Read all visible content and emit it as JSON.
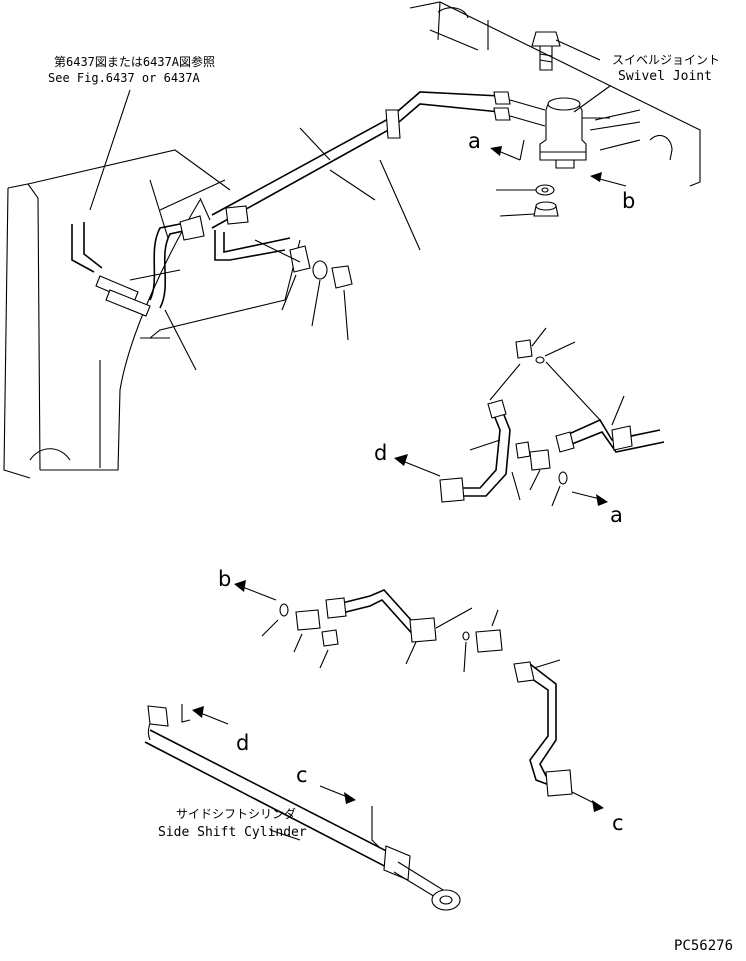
{
  "callouts": {
    "ref_jp": "第6437図または6437A図参照",
    "ref_en": "See Fig.6437 or 6437A",
    "swivel_jp": "スイベルジョイント",
    "swivel_en": "Swivel Joint",
    "cyl_jp": "サイドシフトシリンダ",
    "cyl_en": "Side Shift Cylinder"
  },
  "letters": {
    "a": "a",
    "b": "b",
    "c": "c",
    "d": "d"
  },
  "drawing_no": "PC56276"
}
